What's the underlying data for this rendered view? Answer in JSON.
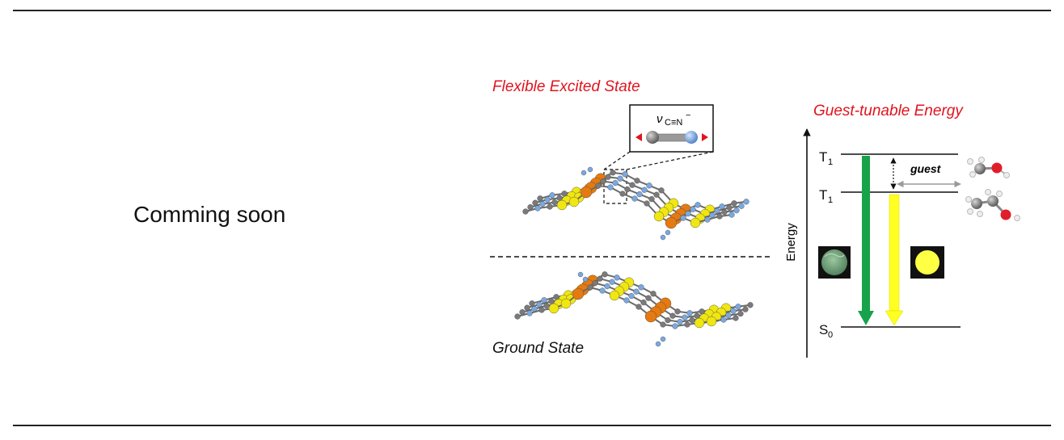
{
  "placeholder_text": "Comming soon",
  "figure": {
    "excited_title": "Flexible Excited State",
    "ground_label": "Ground State",
    "energy_title": "Guest-tunable Energy",
    "energy_axis_label": "Energy",
    "guest_label": "guest",
    "levels": {
      "t1_upper": "T",
      "t1_upper_sub": "1",
      "t1_lower": "T",
      "t1_lower_sub": "1",
      "s0": "S",
      "s0_sub": "0"
    },
    "inset_nu": "ν",
    "inset_sub": "C≡N",
    "inset_sup": "−",
    "colors": {
      "green_emission": "#16a34a",
      "yellow_emission": "#ffff22",
      "title_red": "#e0141e",
      "gold_atom": "#f0e612",
      "orange_atom": "#e57a10",
      "blue_atom": "#7aa8e0",
      "gray_atom": "#7a7a7a"
    }
  }
}
